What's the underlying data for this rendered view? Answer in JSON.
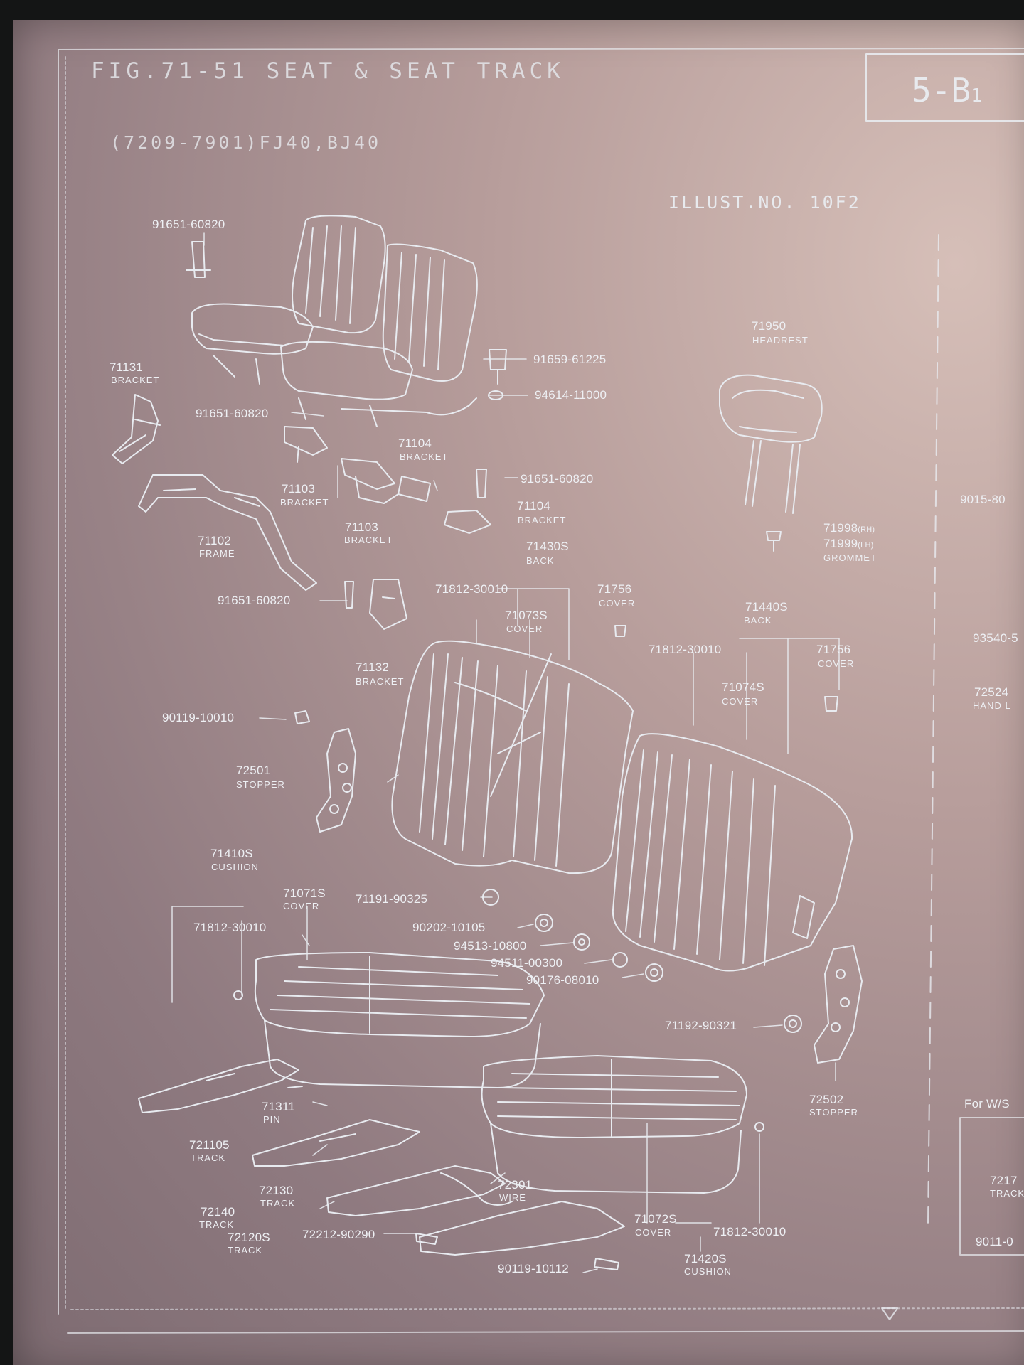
{
  "sheet": {
    "figure_title": "FIG.71-51  SEAT & SEAT  TRACK",
    "models": "(7209-7901)FJ40,BJ40",
    "illust_no": "ILLUST.NO. 10F2",
    "page_code": "5-B",
    "page_code_sub": "1"
  },
  "parts": {
    "p1": {
      "num": "91651-60820"
    },
    "p2": {
      "num": "91659-61225"
    },
    "p3": {
      "num": "94614-11000"
    },
    "p4": {
      "num": "71131",
      "name": "BRACKET"
    },
    "p5": {
      "num": "91651-60820"
    },
    "p6": {
      "num": "71104",
      "name": "BRACKET"
    },
    "p7": {
      "num": "71103",
      "name": "BRACKET"
    },
    "p8": {
      "num": "91651-60820"
    },
    "p9": {
      "num": "71103",
      "name": "BRACKET"
    },
    "p10": {
      "num": "71104",
      "name": "BRACKET"
    },
    "p11": {
      "num": "71102",
      "name": "FRAME"
    },
    "p12": {
      "num": "71430S",
      "name": "BACK"
    },
    "p13": {
      "num": "71812-30010"
    },
    "p14": {
      "num": "71073S",
      "name": "COVER"
    },
    "p15": {
      "num": "71756",
      "name": "COVER"
    },
    "p16": {
      "num": "91651-60820"
    },
    "p17": {
      "num": "71132",
      "name": "BRACKET"
    },
    "p18": {
      "num": "71950",
      "name": "HEADREST"
    },
    "p19": {
      "num": "71998",
      "suffix": "(RH)"
    },
    "p20": {
      "num": "71999",
      "suffix": "(LH)",
      "name": "GROMMET"
    },
    "p21": {
      "num": "71440S",
      "name": "BACK"
    },
    "p22": {
      "num": "71812-30010"
    },
    "p23": {
      "num": "71756",
      "name": "COVER"
    },
    "p24": {
      "num": "71074S",
      "name": "COVER"
    },
    "p25": {
      "num": "90119-10010"
    },
    "p26": {
      "num": "72501",
      "name": "STOPPER"
    },
    "p27": {
      "num": "71410S",
      "name": "CUSHION"
    },
    "p28": {
      "num": "71071S",
      "name": "COVER"
    },
    "p29": {
      "num": "71812-30010"
    },
    "p30": {
      "num": "71191-90325"
    },
    "p31": {
      "num": "90202-10105"
    },
    "p32": {
      "num": "94513-10800"
    },
    "p33": {
      "num": "94511-00300"
    },
    "p34": {
      "num": "90176-08010"
    },
    "p35": {
      "num": "71192-90321"
    },
    "p36": {
      "num": "72502",
      "name": "STOPPER"
    },
    "p37": {
      "num": "71311",
      "name": "PIN"
    },
    "p38": {
      "num": "721105",
      "name": "TRACK"
    },
    "p39": {
      "num": "72130",
      "name": "TRACK"
    },
    "p40": {
      "num": "72140",
      "name": "TRACK"
    },
    "p41": {
      "num": "72301",
      "name": "WIRE"
    },
    "p42": {
      "num": "72120S",
      "name": "TRACK"
    },
    "p43": {
      "num": "72212-90290"
    },
    "p44": {
      "num": "71072S",
      "name": "COVER"
    },
    "p45": {
      "num": "71812-30010"
    },
    "p46": {
      "num": "71420S",
      "name": "CUSHION"
    },
    "p47": {
      "num": "90119-10112"
    }
  },
  "right_edge": {
    "r1": "9015-80",
    "r2": "93540-5",
    "r3": "72524",
    "r4": "HAND L",
    "r5": "For W/S",
    "r6": "7217",
    "r7": "TRACK",
    "r8": "9011-0"
  }
}
